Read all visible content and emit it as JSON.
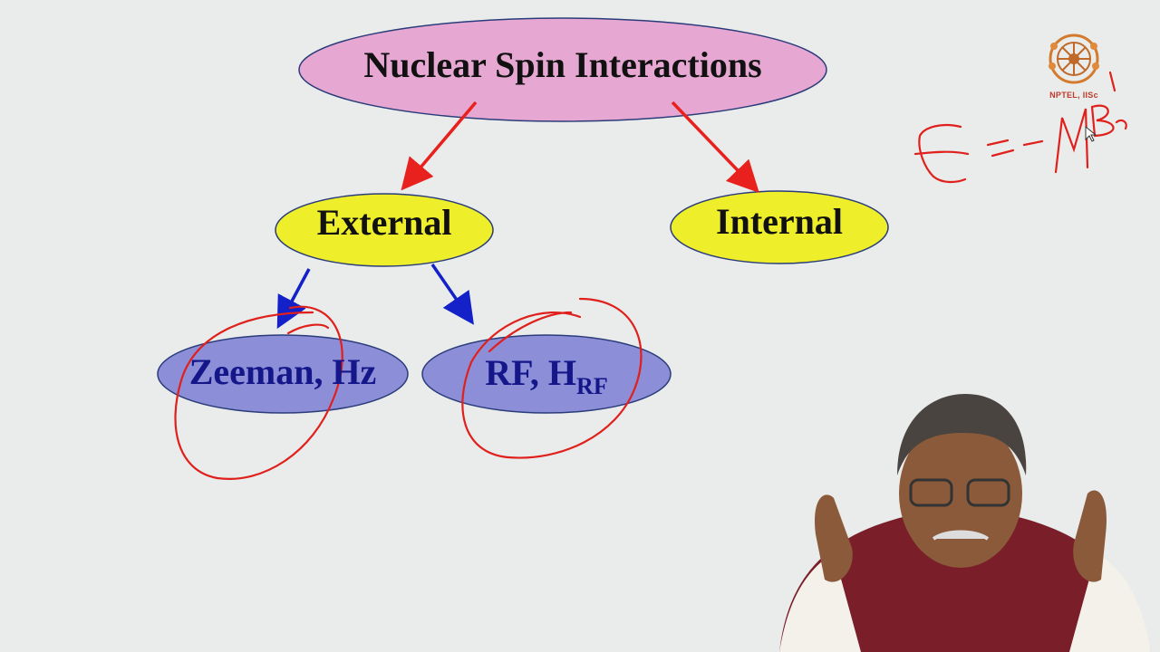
{
  "diagram": {
    "root": {
      "label": "Nuclear Spin Interactions",
      "fill": "#e6a8d2"
    },
    "external": {
      "label": "External",
      "fill": "#eeee2a"
    },
    "internal": {
      "label": "Internal",
      "fill": "#eeee2a"
    },
    "zeeman": {
      "label": "Zeeman, Hz",
      "fill": "#8d8ed8"
    },
    "rf": {
      "label": "RF, H",
      "subscript": "RF",
      "fill": "#8d8ed8"
    }
  },
  "colors": {
    "red_arrow": "#e8201e",
    "blue_arrow": "#1420c8",
    "annotation_ink": "#e0201c",
    "node_outline": "#2a3c7a"
  },
  "logo": {
    "text": "NPTEL, IISc",
    "icon": "nptel-wheel-icon"
  }
}
